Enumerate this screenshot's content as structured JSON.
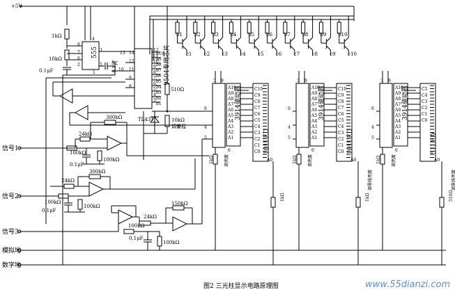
{
  "supply": {
    "label": "+5V"
  },
  "left_labels": {
    "sig1": "信号1",
    "sig2": "信号2",
    "sig3": "信号3",
    "analog_gnd": "模拟地",
    "digital_gnd": "数字地"
  },
  "timer": {
    "chip": "555",
    "pins_left": [
      "8",
      "7",
      "6",
      "2"
    ],
    "pins_right": [
      "4",
      "3",
      "1",
      "5"
    ],
    "r1": "1kΩ",
    "r2": "10kΩ",
    "c1": "0.1μF",
    "c2": "0.1μF",
    "nc": "NC"
  },
  "mux": {
    "name": "9504专用芯片",
    "left_pins": [
      "14",
      "13",
      "12",
      "11",
      "10",
      "9",
      "8"
    ],
    "right_pins": [
      "b10",
      "b9",
      "b8",
      "b7",
      "b6",
      "b5",
      "b4",
      "b3",
      "b2",
      "b1"
    ],
    "num_right": [
      "12",
      "11",
      "10",
      "9",
      "8",
      "7",
      "6",
      "5",
      "4",
      "3"
    ]
  },
  "transistors": {
    "bases": [
      "b1",
      "b2",
      "b3",
      "b4",
      "b5",
      "b6",
      "b7",
      "b8",
      "b9",
      "b10"
    ],
    "collectors": [
      "c1",
      "c2",
      "c3",
      "c4",
      "c5",
      "c6",
      "c7",
      "c8",
      "c9",
      "c10"
    ]
  },
  "bias": {
    "r": "510Ω",
    "ref": "TL431",
    "pot": "10kΩ",
    "pot_label": "调量程"
  },
  "amp1": {
    "rf": "300kΩ",
    "ri": "24kΩ",
    "rin": "100kΩ",
    "c": "0.1μF",
    "rg": "100kΩ"
  },
  "amp2": {
    "rf": "300kΩ",
    "ri": "24kΩ",
    "rin": "100kΩ",
    "c": "0.1μF",
    "rg": "100kΩ"
  },
  "amp3": {
    "rf": "150kΩ",
    "ri": "24kΩ",
    "rin": "100kΩ",
    "c": "0.1μF",
    "rg": "100kΩ"
  },
  "drivers": [
    {
      "chip": "3914驱动器",
      "bar": "101LED",
      "outs": [
        "A10",
        "A9",
        "A8",
        "A7",
        "A6",
        "A5",
        "A4",
        "A3",
        "A2",
        "A1"
      ],
      "leds": [
        "C10",
        "C9",
        "C8",
        "C7",
        "C6",
        "C5",
        "C4",
        "C3",
        "C2",
        "C1",
        "C0"
      ],
      "bottom": "A0",
      "pins_left": [
        "6",
        "7",
        "8",
        "4",
        "5"
      ],
      "pin_top": [
        "3",
        "9"
      ],
      "r_bright": "1kΩ",
      "bright": "调亮度",
      "r_zero": "1kΩ"
    },
    {
      "chip": "3914驱动器",
      "bar": "101LED",
      "outs": [
        "A10",
        "A9",
        "A8",
        "A7",
        "A6",
        "A5",
        "A4",
        "A3",
        "A2",
        "A1"
      ],
      "leds": [
        "C10",
        "C9",
        "C8",
        "C7",
        "C6",
        "C5",
        "C4",
        "C3",
        "C2",
        "C1",
        "C0"
      ],
      "bottom": "A0",
      "pins_left": [
        "6",
        "7",
        "8",
        "4",
        "5"
      ],
      "pin_top": [
        "3",
        "9"
      ],
      "r_bright": "1kΩ",
      "bright": "调亮度",
      "r_zero": "1kΩ",
      "zero": "调零线亮度"
    },
    {
      "chip": "3914驱动器",
      "bar": "51LED",
      "outs": [
        "A10",
        "A9",
        "A8",
        "A7",
        "A6",
        "A5",
        "A4",
        "A3",
        "A2",
        "A1"
      ],
      "leds": [
        "C5",
        "C4",
        "C3",
        "C2",
        "C1",
        "C0"
      ],
      "bottom": "A0",
      "pins_left": [
        "6",
        "7",
        "8",
        "4",
        "5"
      ],
      "pin_top": [
        "3",
        "9"
      ],
      "r_bright": "1kΩ",
      "bright": "调亮度",
      "r_zero": "510Ω",
      "zero": "调零线亮度"
    }
  ],
  "caption": "图2   三光柱显示电路原理图",
  "watermark": "www.55dianzi.com"
}
